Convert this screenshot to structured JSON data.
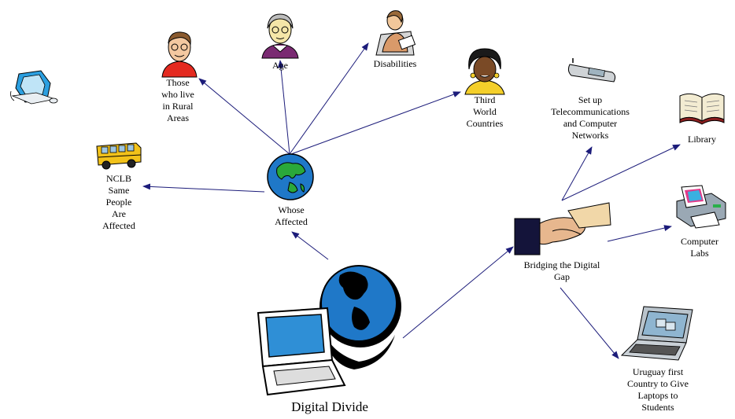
{
  "diagram": {
    "nodes": {
      "digital_divide": {
        "label": "Digital Divide",
        "icon": "laptop-globe-icon"
      },
      "whose_affected": {
        "label": "Whose\nAffected",
        "icon": "globe-icon"
      },
      "bridging": {
        "label": "Bridging the Digital\nGap",
        "icon": "handshake-icon"
      },
      "rural": {
        "label": "Those\nwho live\nin Rural\nAreas",
        "icon": "man-icon"
      },
      "age": {
        "label": "Age",
        "icon": "elderly-woman-icon"
      },
      "disabilities": {
        "label": "Disabilities",
        "icon": "person-writing-icon"
      },
      "third_world": {
        "label": "Third\nWorld\nCountries",
        "icon": "woman-icon"
      },
      "nclb": {
        "label": "NCLB\nSame\nPeople\nAre\nAffected",
        "icon": "school-bus-icon"
      },
      "telecom": {
        "label": "Set up\nTelecommunications\nand Computer\nNetworks",
        "icon": "cell-phone-icon"
      },
      "library": {
        "label": "Library",
        "icon": "open-book-icon"
      },
      "computer_labs": {
        "label": "Computer\nLabs",
        "icon": "printer-icon"
      },
      "uruguay": {
        "label": "Uruguay first\nCountry to Give\nLaptops to\nStudents",
        "icon": "laptop-icon"
      },
      "imac": {
        "icon": "imac-computer-icon"
      }
    },
    "colors": {
      "arrow": "#1c1c7a",
      "globe_blue": "#1f78c8",
      "globe_green": "#2aa83a"
    }
  }
}
